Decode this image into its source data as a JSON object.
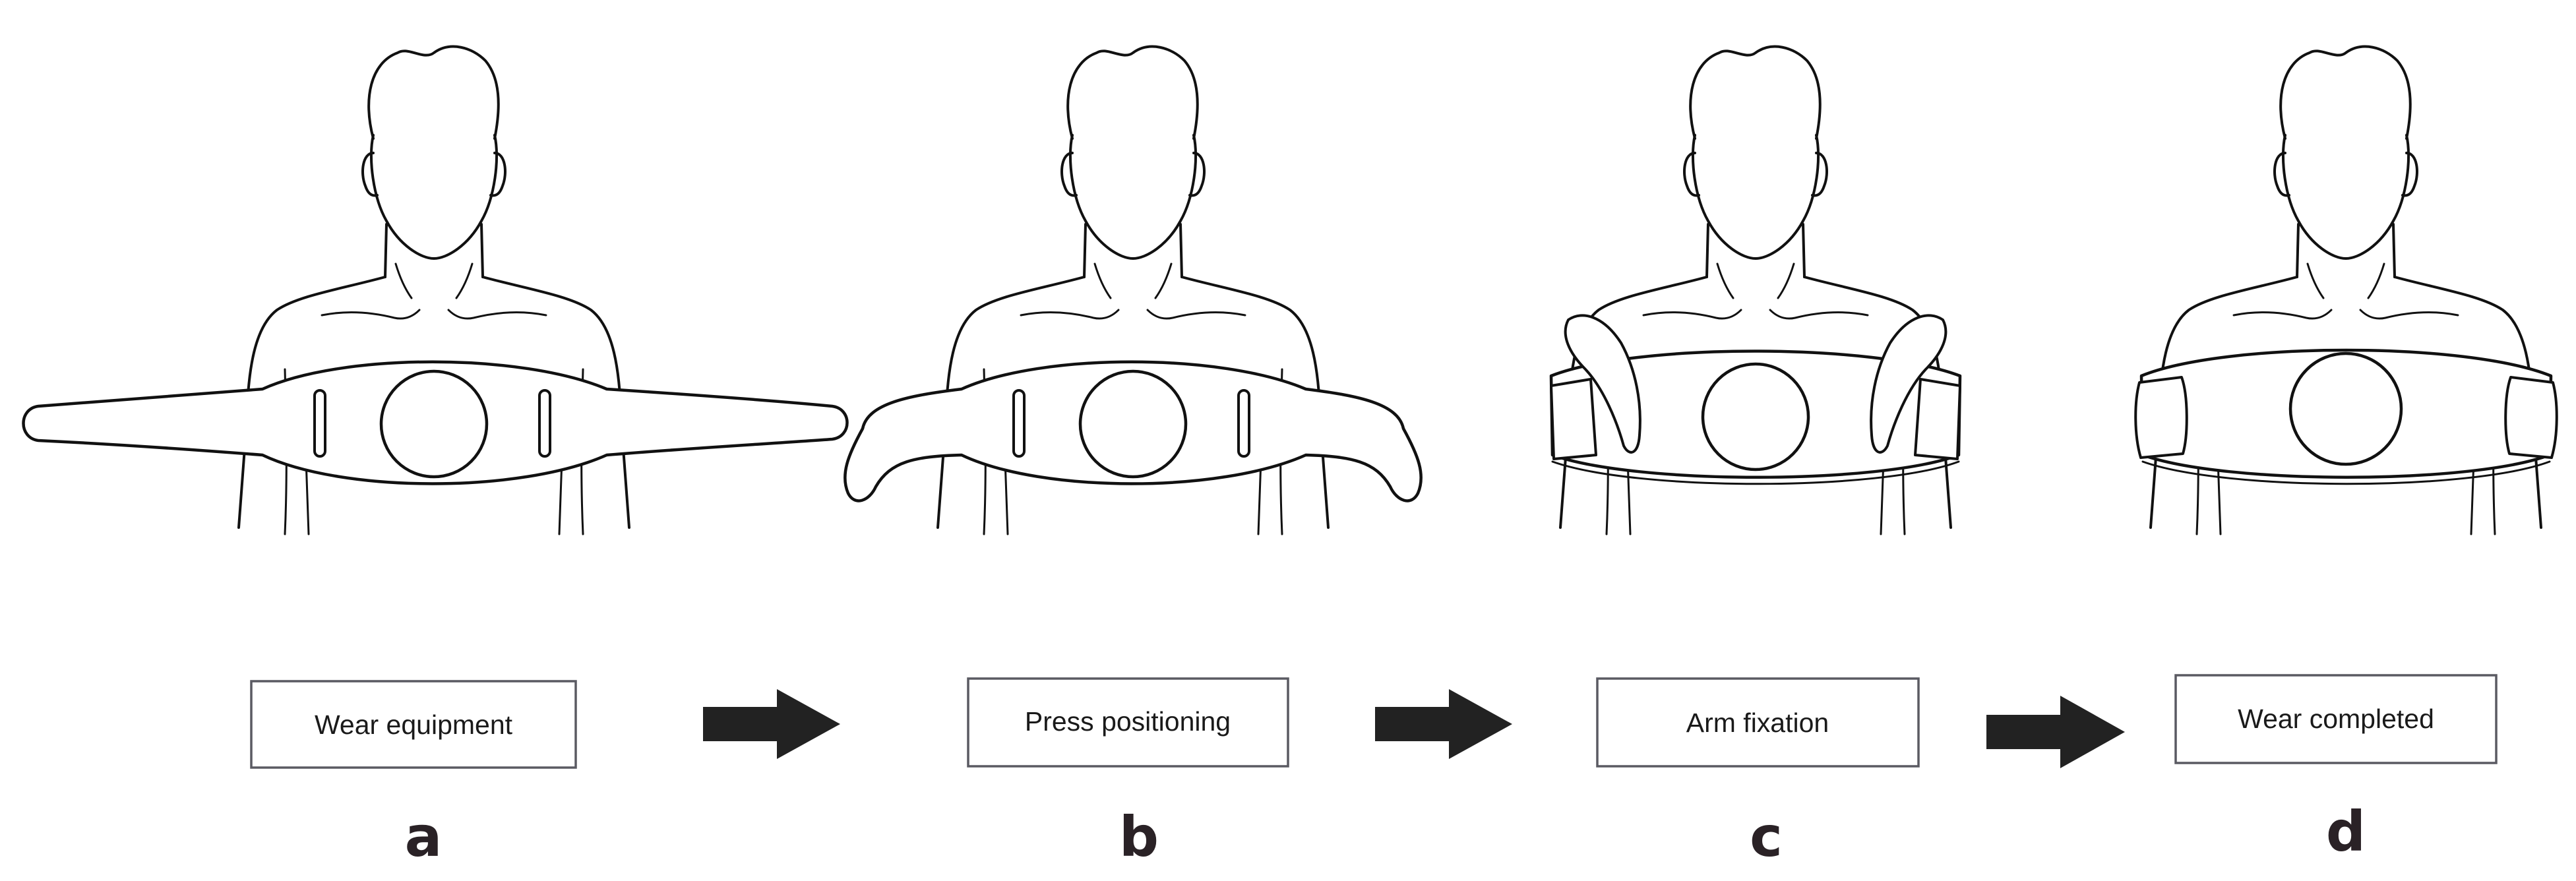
{
  "steps": [
    {
      "label": "Wear equipment",
      "letter": "a"
    },
    {
      "label": "Press positioning",
      "letter": "b"
    },
    {
      "label": "Arm fixation",
      "letter": "c"
    },
    {
      "label": "Wear completed",
      "letter": "d"
    }
  ],
  "colors": {
    "line": "#111111",
    "box_border": "#5a5a62",
    "arrow": "#222222",
    "text": "#1a1a1a"
  },
  "icons": {
    "arrow": "right-arrow-icon",
    "figure": "person-torso-icon"
  }
}
